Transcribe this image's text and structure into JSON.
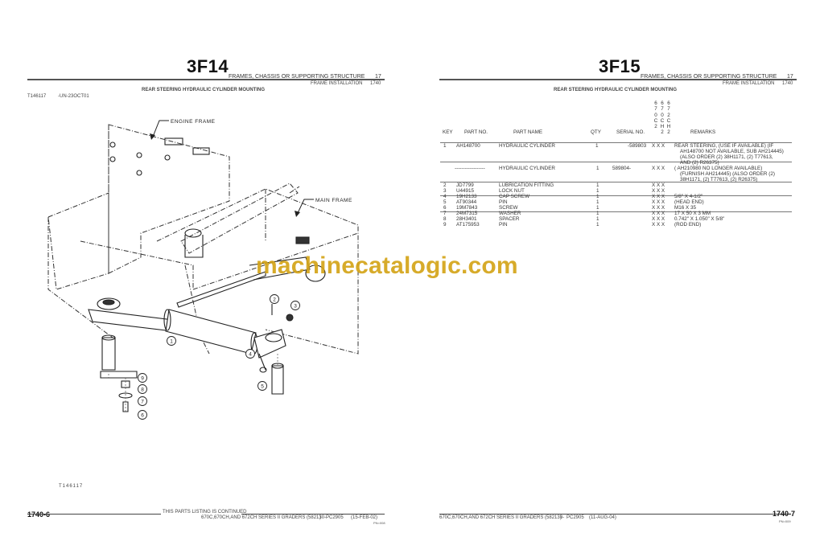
{
  "left_page": {
    "fiche_id": "3F14",
    "section": "FRAMES, CHASSIS OR SUPPORTING STRUCTURE",
    "section_number": "17",
    "group": "FRAME INSTALLATION",
    "group_number": "1740",
    "title": "REAR STEERING HYDRAULIC CYLINDER MOUNTING",
    "illustration_id": "T146117",
    "illustration_date": "-UN-23OCT01",
    "illustration_caption": "T146117",
    "diagram": {
      "labels": [
        "ENGINE FRAME",
        "MAIN FRAME"
      ],
      "callouts": [
        "1",
        "2",
        "3",
        "4",
        "5",
        "6",
        "7",
        "8",
        "9"
      ]
    },
    "footer": {
      "page_number": "1740-6",
      "continued": "THIS PARTS LISTING IS CONTINUED",
      "model": "670C,670CH,AND 672CH SERIES II GRADERS (582130-",
      "close_paren": ")",
      "catalog": "PC2905",
      "date": "(15-FEB-02)",
      "code": "PN=008"
    }
  },
  "right_page": {
    "fiche_id": "3F15",
    "section": "FRAMES, CHASSIS OR SUPPORTING STRUCTURE",
    "section_number": "17",
    "group": "FRAME INSTALLATION",
    "group_number": "1740",
    "title": "REAR STEERING HYDRAULIC CYLINDER MOUNTING",
    "model_columns": [
      {
        "lines": [
          "",
          "6",
          "7",
          "0",
          "C",
          "2"
        ]
      },
      {
        "lines": [
          "6",
          "7",
          "0",
          "C",
          "H",
          "2"
        ]
      },
      {
        "lines": [
          "6",
          "7",
          "2",
          "C",
          "H",
          "2"
        ]
      }
    ],
    "table": {
      "headers": {
        "key": "KEY",
        "part_no": "PART NO.",
        "part_name": "PART NAME",
        "qty": "QTY",
        "serial_no": "SERIAL NO.",
        "remarks": "REMARKS"
      },
      "rows": [
        {
          "key": "1",
          "part_no": "AH148700",
          "part_name": "HYDRAULIC CYLINDER",
          "qty": "1",
          "serial_no": "-589803",
          "models": "X  X  X",
          "remarks": [
            "REAR STEERING, (USE IF AVAILABLE) (IF",
            "AH148700 NOT AVAILABLE, SUB AH214445)",
            "(ALSO ORDER (2) 38H1171, (2) T77613,",
            "AND (2) R26375)"
          ]
        },
        {
          "key": "",
          "part_no": "------------------",
          "part_name": "HYDRAULIC CYLINDER",
          "qty": "1",
          "serial_no": "589804-",
          "models": "X  X  X",
          "remarks": [
            "( AH210980 NO LONGER AVAILABLE)",
            "(FURNISH AH214445) (ALSO ORDER (2)",
            "38H1171, (2) T77613, (2) R26375)"
          ]
        },
        {
          "key": "2",
          "part_no": "JD7799",
          "part_name": "LUBRICATION FITTING",
          "qty": "1",
          "serial_no": "",
          "models": "X  X  X",
          "remarks": [
            ""
          ]
        },
        {
          "key": "3",
          "part_no": "U44915",
          "part_name": "LOCK NUT",
          "qty": "1",
          "serial_no": "",
          "models": "X  X  X",
          "remarks": [
            ""
          ]
        },
        {
          "key": "4",
          "part_no": "19H2133",
          "part_name": "CAP SCREW",
          "qty": "1",
          "serial_no": "",
          "models": "X  X  X",
          "remarks": [
            "5/8\" X 4-1/2\""
          ]
        },
        {
          "key": "5",
          "part_no": "AT90344",
          "part_name": "PIN",
          "qty": "1",
          "serial_no": "",
          "models": "X  X  X",
          "remarks": [
            "(HEAD END)"
          ]
        },
        {
          "key": "6",
          "part_no": "19M7843",
          "part_name": "SCREW",
          "qty": "1",
          "serial_no": "",
          "models": "X  X  X",
          "remarks": [
            "M16 X 35"
          ]
        },
        {
          "key": "7",
          "part_no": "24M7315",
          "part_name": "WASHER",
          "qty": "1",
          "serial_no": "",
          "models": "X  X  X",
          "remarks": [
            "17 X 50 X 3 MM"
          ]
        },
        {
          "key": "8",
          "part_no": "28H3401",
          "part_name": "SPACER",
          "qty": "1",
          "serial_no": "",
          "models": "X  X  X",
          "remarks": [
            "0.742\" X 1.050\" X 5/8\""
          ]
        },
        {
          "key": "9",
          "part_no": "AT175953",
          "part_name": "PIN",
          "qty": "1",
          "serial_no": "",
          "models": "X  X  X",
          "remarks": [
            "(ROD END)"
          ]
        }
      ]
    },
    "footer": {
      "model": "670C,670CH,AND 672CH SERIES II GRADERS (582130-",
      "close_paren": ")",
      "catalog": "PC2905",
      "date": "(11-AUG-04)",
      "page_number": "1740-7",
      "code": "PN=009"
    }
  },
  "watermark": {
    "text": "machinecatalogic.com",
    "color": "#d4a419"
  }
}
